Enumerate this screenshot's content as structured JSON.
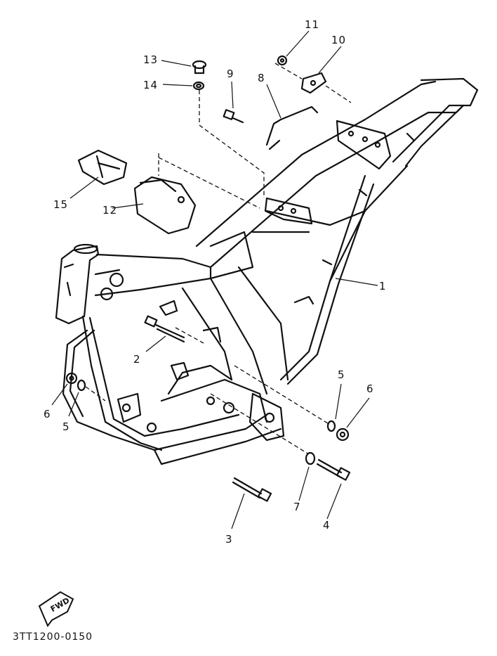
{
  "diagram_code": "3TT1200-0150",
  "fwd_label": "FWD",
  "callouts": [
    "1",
    "2",
    "3",
    "4",
    "5",
    "6",
    "7",
    "8",
    "9",
    "10",
    "11",
    "12",
    "13",
    "14",
    "15"
  ],
  "colors": {
    "ink": "#111111",
    "paper": "#ffffff"
  }
}
